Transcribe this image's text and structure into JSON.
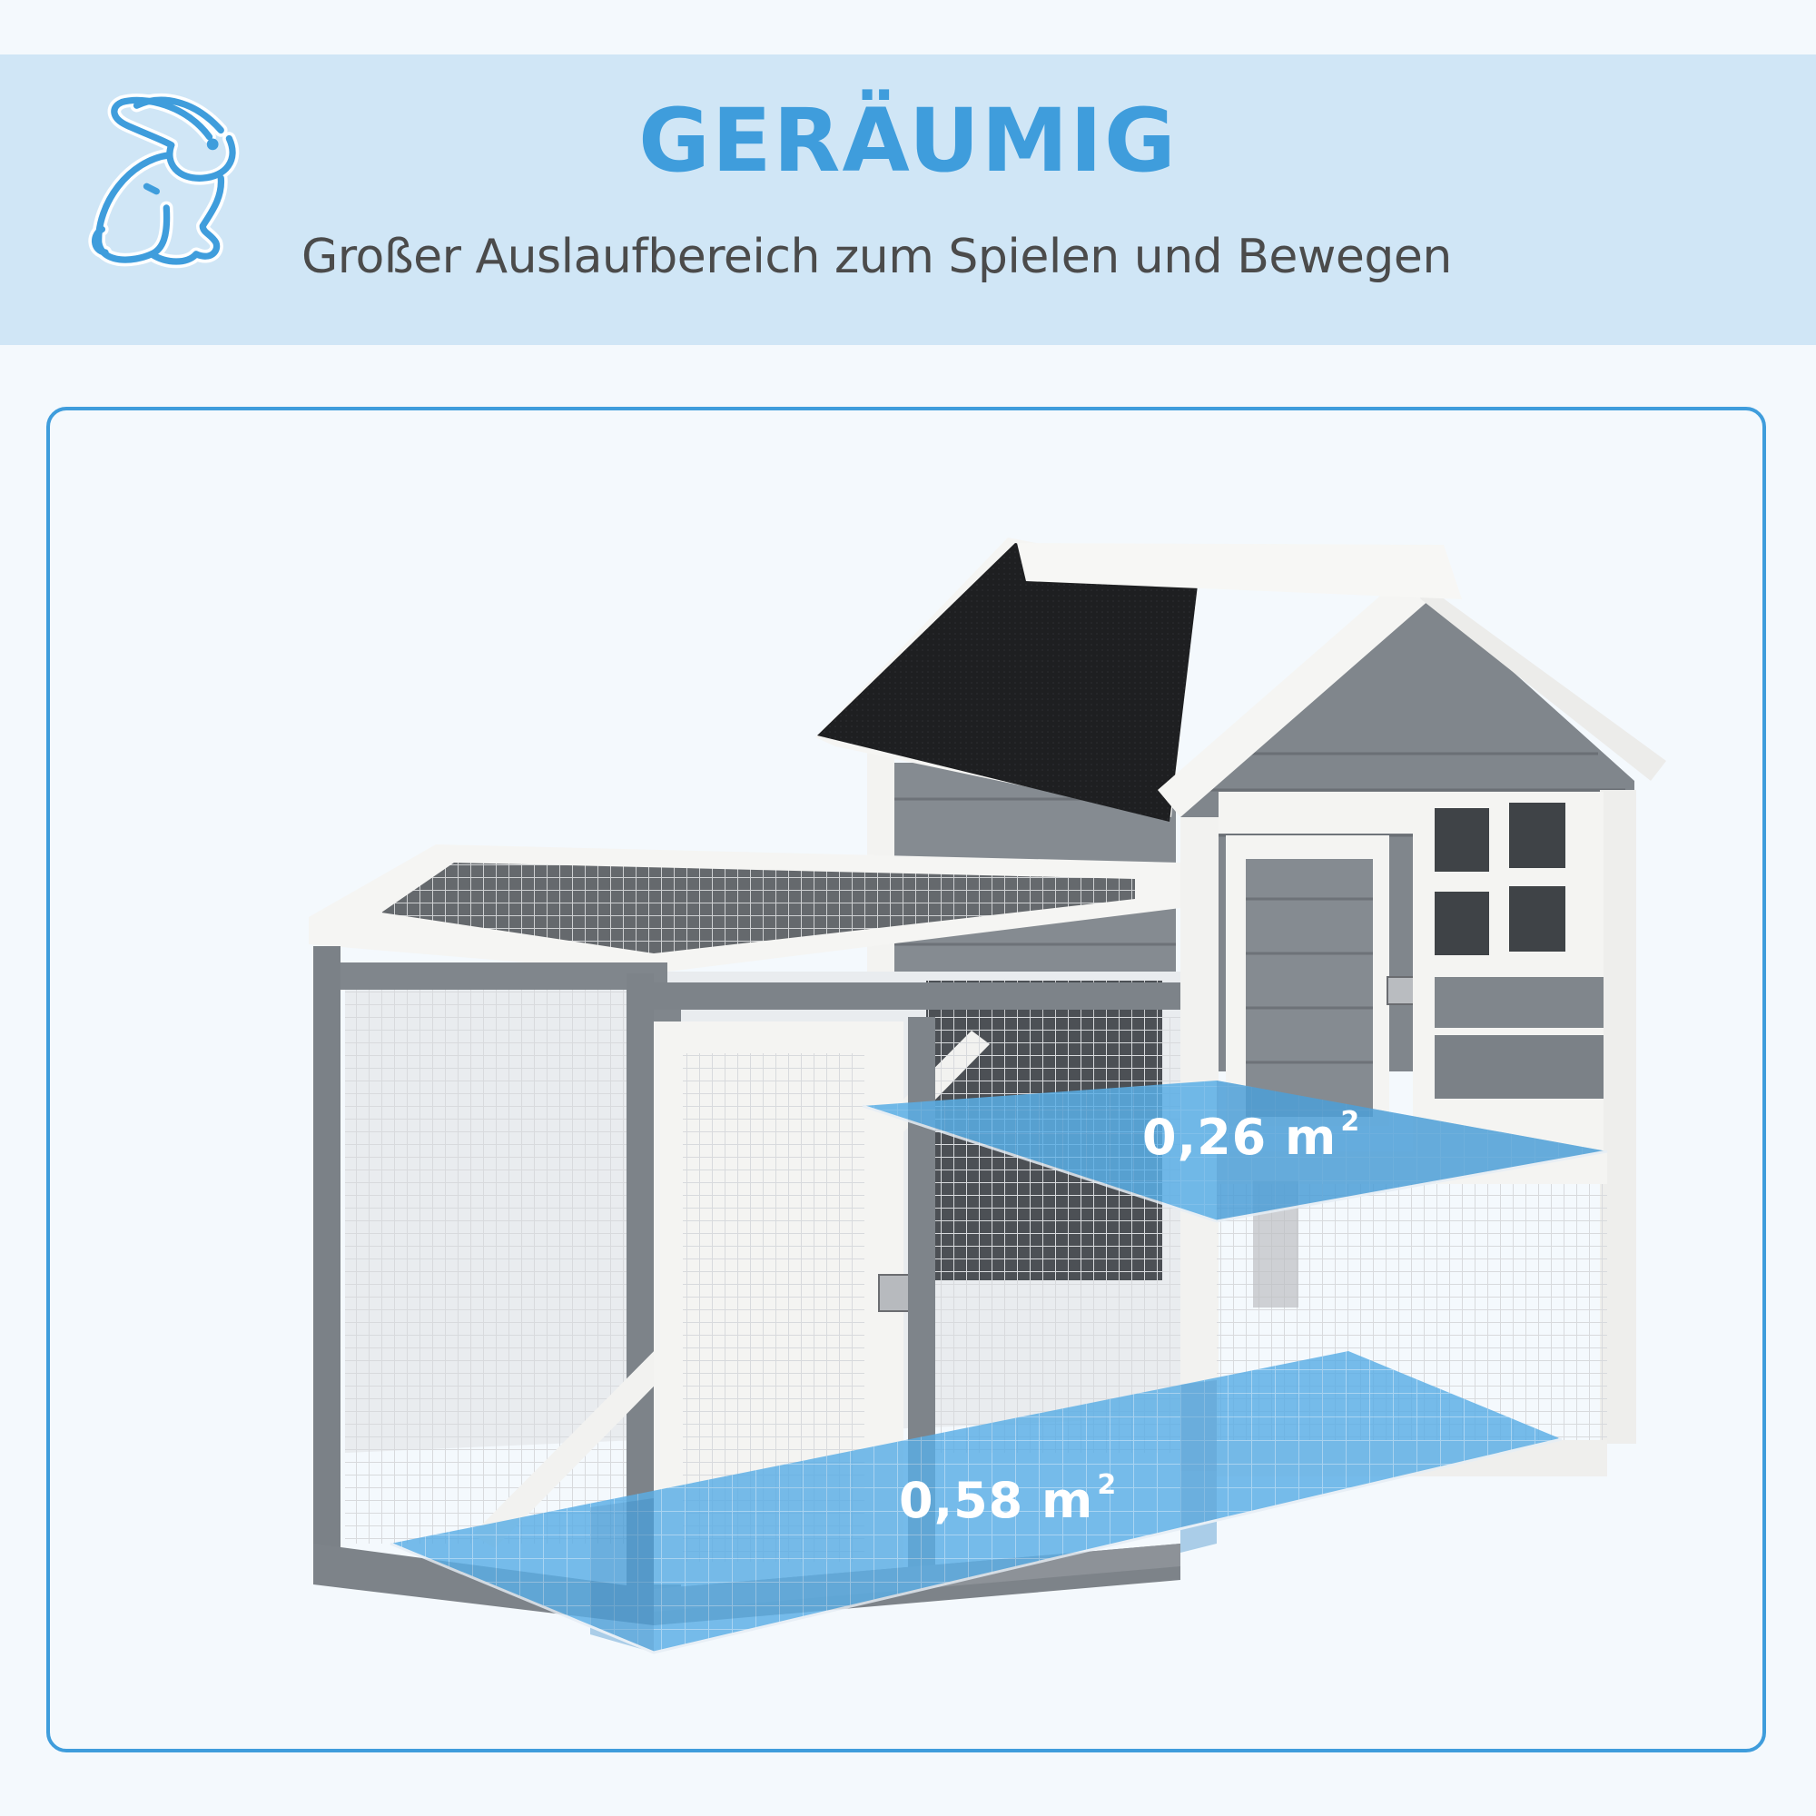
{
  "header": {
    "title": "GERÄUMIG",
    "subtitle": "Großer Auslaufbereich zum Spielen und Bewegen",
    "icon": "rabbit-icon"
  },
  "colors": {
    "accent": "#3f9ddc",
    "banner_bg": "#d0e6f6",
    "page_bg": "#f4f9fd",
    "subtitle_text": "#4b4b4b",
    "area_overlay": "#5aaee6",
    "wood_grey": "#7d8389",
    "wood_white": "#f6f6f4",
    "roof": "#1c1d1f"
  },
  "product_image": {
    "description": "Wooden rabbit hutch with run and elevated house",
    "areas": [
      {
        "name": "upper-floor",
        "value": "0,26",
        "unit": "m",
        "exponent": "2"
      },
      {
        "name": "run-floor",
        "value": "0,58",
        "unit": "m",
        "exponent": "2"
      }
    ]
  }
}
